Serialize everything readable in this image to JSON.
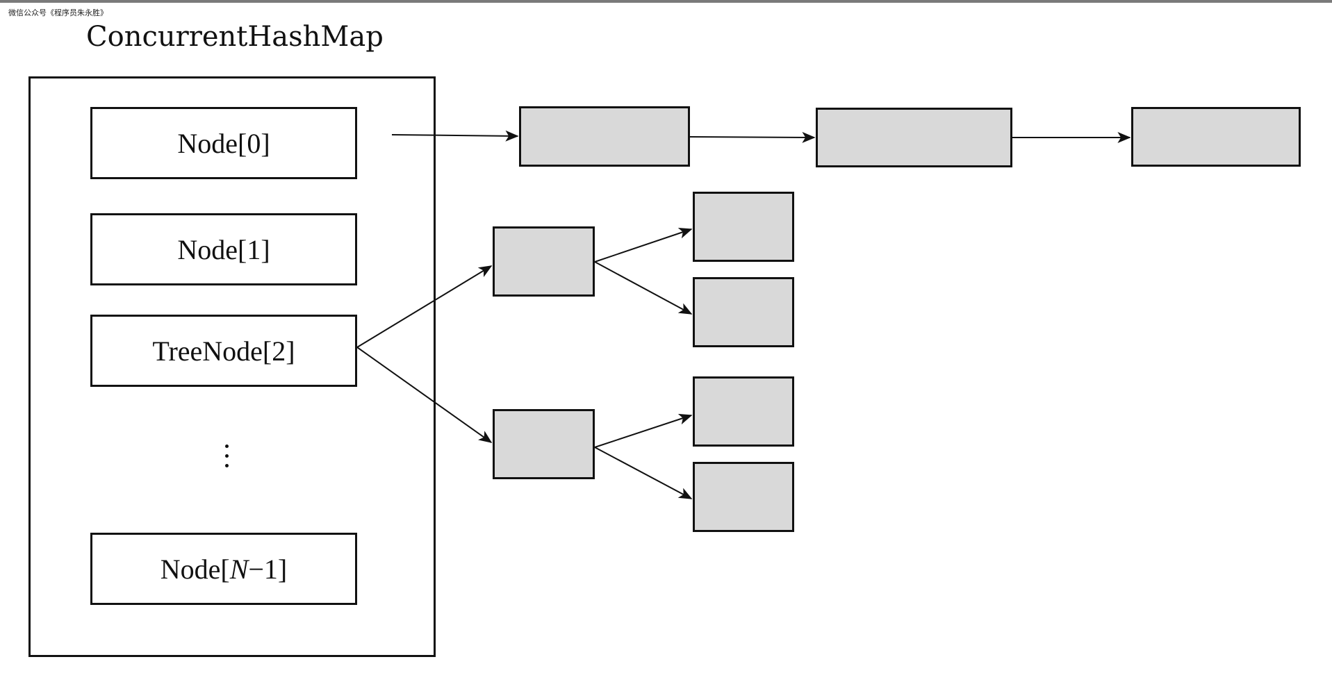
{
  "watermark": "微信公众号《程序员朱永胜》",
  "title": "ConcurrentHashMap",
  "slots": {
    "node0": "Node[0]",
    "node1": "Node[1]",
    "treenode2": "TreeNode[2]",
    "last": {
      "prefix": "Node[",
      "index_var": "N",
      "suffix": "−1]"
    }
  },
  "ellipsis": "⋮",
  "colors": {
    "node_fill": "#d9d9d9",
    "stroke": "#111111",
    "top_bar": "#7a7a7a"
  }
}
